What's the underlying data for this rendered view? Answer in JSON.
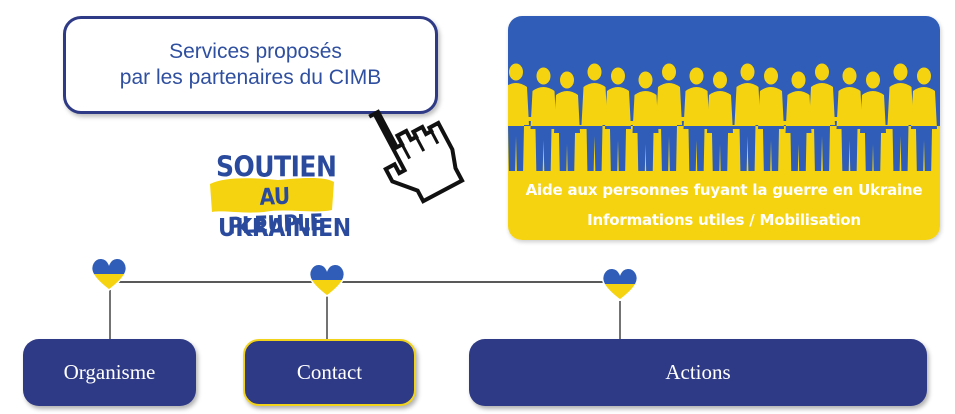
{
  "services_box": {
    "line1": "Services proposés",
    "line2": "par les partenaires du CIMB"
  },
  "logo": {
    "line1": "SOUTIEN",
    "line2": "AU PLEUPLE",
    "line3": "UKRAINIEN"
  },
  "banner": {
    "line1": "Aide aux personnes fuyant la guerre en Ukraine",
    "line2": "Informations utiles / Mobilisation"
  },
  "nav": {
    "organisme": "Organisme",
    "contact": "Contact",
    "actions": "Actions"
  },
  "colors": {
    "navy": "#2e3a86",
    "ukraine_blue": "#2f5db8",
    "ukraine_yellow": "#f5d310"
  },
  "icons": [
    "pointing-hand-icon",
    "heart-icon"
  ]
}
